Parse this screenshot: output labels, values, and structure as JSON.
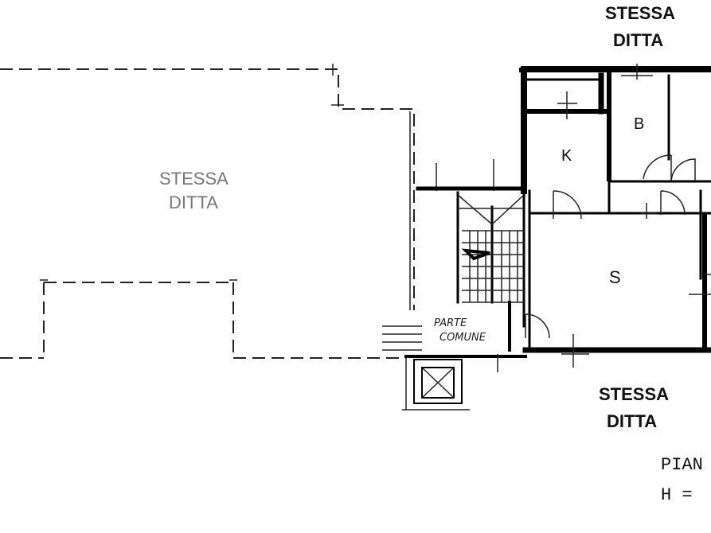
{
  "labels": {
    "top_company_line1": "STESSA",
    "top_company_line2": "DITTA",
    "left_company_line1": "STESSA",
    "left_company_line2": "DITTA",
    "bottom_company_line1": "STESSA",
    "bottom_company_line2": "DITTA",
    "room_b": "B",
    "room_k": "K",
    "room_s": "S",
    "common_part_line1": "PARTE",
    "common_part_line2": "COMUNE",
    "plan_title": "PIAN",
    "height_label": "H ="
  }
}
